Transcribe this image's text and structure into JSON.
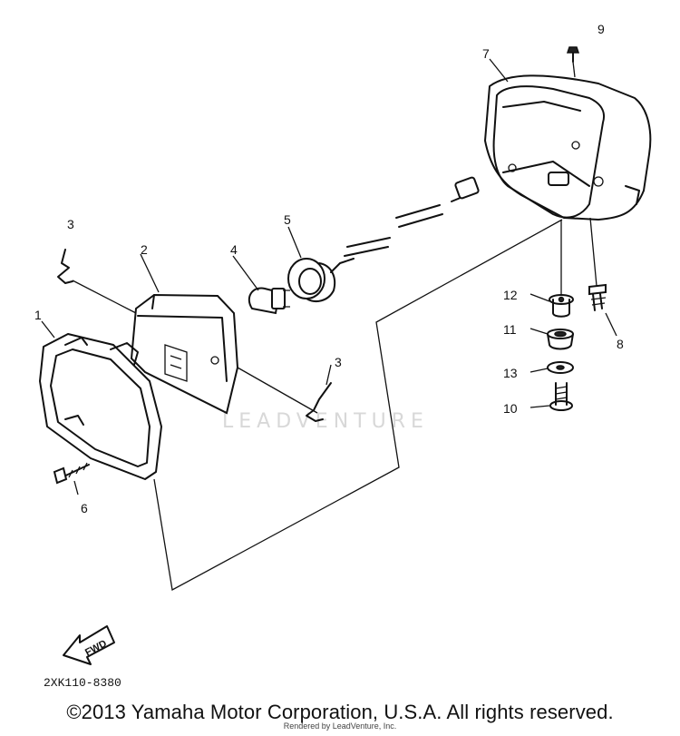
{
  "callouts": {
    "c1": "1",
    "c2": "2",
    "c3a": "3",
    "c3b": "3",
    "c4": "4",
    "c5": "5",
    "c6": "6",
    "c7": "7",
    "c8": "8",
    "c9": "9",
    "c10": "10",
    "c11": "11",
    "c12": "12",
    "c13": "13"
  },
  "fwd_label": "FWD",
  "drawing_code": "2XK110-8380",
  "watermark": "LEADVENTURE",
  "copyright": "©2013 Yamaha Motor Corporation, U.S.A. All rights reserved.",
  "rendered_by": "Rendered by LeadVenture, Inc."
}
